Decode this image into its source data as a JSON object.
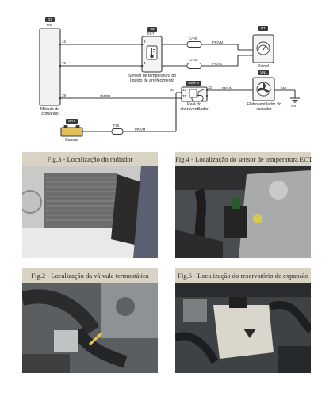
{
  "diagram": {
    "ecu": {
      "tag": "01",
      "code": "MC",
      "desc": "Módulo de comando",
      "pins": [
        "42",
        "79",
        "29"
      ]
    },
    "sensor": {
      "tag": "03",
      "code": "ECT",
      "desc": "Sensor de temperatura do líquido de arrefecimento",
      "pins": [
        "3",
        "4"
      ]
    },
    "panel": {
      "tag": "P1",
      "desc": "Painel"
    },
    "relay": {
      "tag": "Relé 6",
      "desc": "Relé do eletroventilador",
      "pins": [
        "33",
        "31",
        "32",
        "30"
      ]
    },
    "fan": {
      "tag": "VN1",
      "desc": "Eletroventilador do radiador"
    },
    "battery": {
      "tag": "BAT",
      "desc": "Bateria"
    },
    "connectors": [
      "CA 05",
      "CA 05",
      "F15"
    ],
    "wire_colors": [
      "PR/VM",
      "PR/AZ",
      "PR/VM",
      "VM/PR",
      "PR/VM",
      "MR"
    ],
    "fuse": {
      "code": "F15"
    },
    "ground": "T04"
  },
  "figures": [
    {
      "title": "Fig.3 - Localização do radiador"
    },
    {
      "title": "Fig.4 - Localização do sensor de temperatura ECT"
    },
    {
      "title": "Fig.2 - Localização da válvula termostática"
    },
    {
      "title": "Fig.6 - Localização do reservatório de expansão"
    }
  ],
  "colors": {
    "line": "#3a3a3a",
    "panel_bg": "#e9e6dc",
    "title_bar": "#d8d3c3",
    "fuse": "#e2c05a"
  }
}
